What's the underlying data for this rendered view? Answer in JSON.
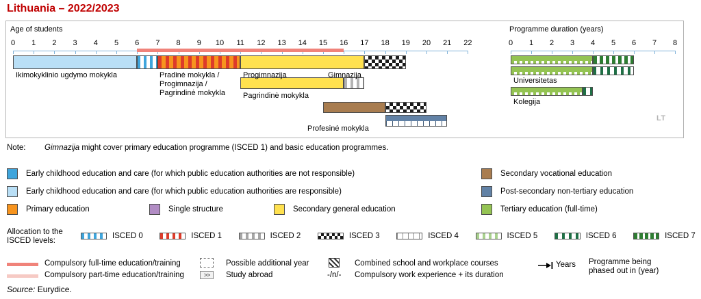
{
  "title": "Lithuania – 2022/2023",
  "colors": {
    "title": "#C00000",
    "axis": "#7FB2D9",
    "blue": "#3FA5DC",
    "lightblue": "#B9DFF6",
    "orange": "#F7941E",
    "yellow": "#FFE14F",
    "purple": "#B18CC4",
    "brown": "#A97D50",
    "postsec": "#6282A6",
    "green": "#94C353",
    "isced1red": "#DD3B2A",
    "compulsory_full": "#F0837A",
    "compulsory_part": "#F6CAC4"
  },
  "diagram": {
    "age_axis_label": "Age of students",
    "duration_axis_label": "Programme duration (years)",
    "age_ticks": [
      "0",
      "1",
      "2",
      "3",
      "4",
      "5",
      "6",
      "7",
      "8",
      "9",
      "10",
      "11",
      "12",
      "13",
      "14",
      "15",
      "16",
      "17",
      "18",
      "19",
      "20",
      "21",
      "22"
    ],
    "duration_ticks": [
      "0",
      "1",
      "2",
      "3",
      "4",
      "5",
      "6",
      "7",
      "8"
    ],
    "compulsory_ages": {
      "from": 6,
      "to": 16
    },
    "bars": {
      "ecec": {
        "scale": "age",
        "segments": [
          {
            "from": 0,
            "to": 6,
            "pattern": "lightblue"
          },
          {
            "from": 6,
            "to": 7,
            "pattern": "isced0"
          }
        ]
      },
      "primary": {
        "scale": "age",
        "segments": [
          {
            "from": 7,
            "to": 11,
            "pattern": "isced1-orange"
          }
        ]
      },
      "general": {
        "scale": "age",
        "segments": [
          {
            "from": 11,
            "to": 17,
            "pattern": "yellow"
          },
          {
            "from": 17,
            "to": 19,
            "pattern": "isced3"
          }
        ]
      },
      "pagrindine": {
        "scale": "age",
        "segments": [
          {
            "from": 11,
            "to": 16,
            "pattern": "yellow"
          },
          {
            "from": 16,
            "to": 17,
            "pattern": "isced2"
          }
        ]
      },
      "profesine": {
        "scale": "age",
        "segments": [
          {
            "from": 15,
            "to": 18,
            "pattern": "brown"
          },
          {
            "from": 18,
            "to": 20,
            "pattern": "isced3"
          }
        ]
      },
      "postsec": {
        "scale": "age",
        "segments": [
          {
            "from": 18,
            "to": 21,
            "pattern": "postsec"
          }
        ]
      },
      "universitetas_1": {
        "scale": "duration",
        "segments": [
          {
            "from": 0,
            "to": 4,
            "pattern": "green"
          },
          {
            "from": 4,
            "to": 6,
            "pattern": "isced7"
          }
        ]
      },
      "universitetas_2": {
        "scale": "duration",
        "segments": [
          {
            "from": 0,
            "to": 4,
            "pattern": "green"
          },
          {
            "from": 4,
            "to": 6,
            "pattern": "isced6"
          }
        ]
      },
      "kolegija": {
        "scale": "duration",
        "segments": [
          {
            "from": 0,
            "to": 3.5,
            "pattern": "green"
          },
          {
            "from": 3.5,
            "to": 4,
            "pattern": "isced6"
          }
        ]
      }
    },
    "school_labels": {
      "ecec": "Ikimokyklinio ugdymo mokykla",
      "primary": "Pradinė mokykla / Progimnazija / Pagrindinė mokykla",
      "progimnazija": "Progimnazija",
      "gimnazija": "Gimnazija",
      "pagrindine": "Pagrindinė mokykla",
      "profesine": "Profesinė mokykla",
      "universitetas": "Universitetas",
      "kolegija": "Kolegija"
    },
    "country_code": "LT"
  },
  "note": {
    "label": "Note:",
    "italic": "Gimnazija",
    "text": " might cover primary education programme (ISCED 1) and basic education programmes."
  },
  "legend": {
    "ecec_not_responsible": "Early childhood education and care (for which public education authorities are not responsible)",
    "ecec_responsible": "Early childhood education and care (for which public education authorities are responsible)",
    "primary": "Primary education",
    "single_structure": "Single structure",
    "secondary_general": "Secondary general education",
    "secondary_vocational": "Secondary vocational education",
    "post_secondary": "Post-secondary non-tertiary education",
    "tertiary": "Tertiary education (full-time)"
  },
  "isced": {
    "label": "Allocation to the ISCED levels:",
    "levels": [
      {
        "label": "ISCED 0",
        "pattern": "isced0"
      },
      {
        "label": "ISCED 1",
        "pattern": "isced1"
      },
      {
        "label": "ISCED 2",
        "pattern": "isced2"
      },
      {
        "label": "ISCED 3",
        "pattern": "isced3"
      },
      {
        "label": "ISCED 4",
        "pattern": "isced4"
      },
      {
        "label": "ISCED 5",
        "pattern": "isced5"
      },
      {
        "label": "ISCED 6",
        "pattern": "isced6"
      },
      {
        "label": "ISCED 7",
        "pattern": "isced7"
      }
    ]
  },
  "symbols": {
    "compulsory_full": "Compulsory full-time education/training",
    "compulsory_part": "Compulsory part-time education/training",
    "additional_year": "Possible additional year",
    "study_abroad": "Study abroad",
    "study_abroad_glyph": ">>",
    "combined": "Combined school and workplace courses",
    "work_experience": "Compulsory work experience + its duration",
    "work_experience_glyph": "-/n/-",
    "years": "Years",
    "phased_out": "Programme being phased out in (year)"
  },
  "source": {
    "italic": "Source:",
    "text": " Eurydice."
  }
}
